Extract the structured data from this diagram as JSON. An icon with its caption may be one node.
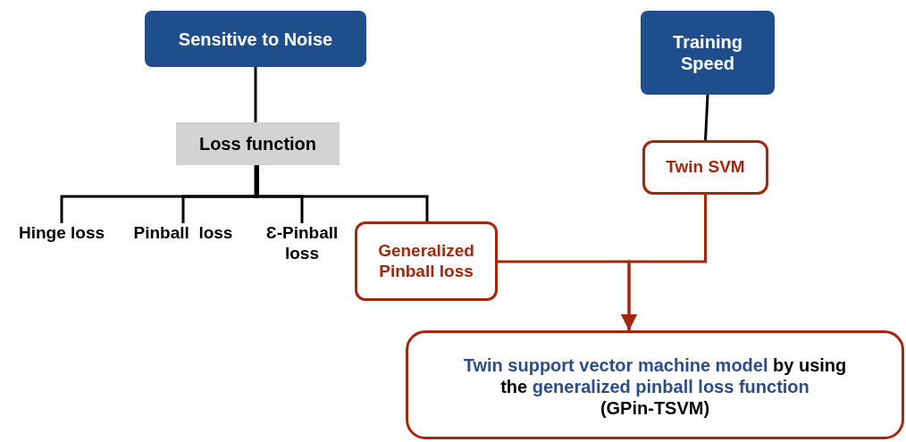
{
  "diagram": {
    "nodes": [
      {
        "text": [
          "Sensitive to Noise"
        ]
      },
      {
        "text": [
          "Training Speed"
        ]
      },
      {
        "text": [
          "Loss function"
        ]
      },
      {
        "text": [
          "Hinge loss"
        ]
      },
      {
        "text": [
          "Pinball  loss"
        ]
      },
      {
        "text": [
          "Ɛ-Pinball loss"
        ]
      },
      {
        "text": [
          "Generalized Pinball loss"
        ]
      },
      {
        "text": [
          "Twin SVM"
        ]
      },
      {
        "text": [
          "*Twin support vector machine model* by using the *generalized pinball loss function*",
          "(GPin-TSVM)"
        ]
      }
    ],
    "edges": [
      {
        "from": 0,
        "to": 2,
        "arrow": "none"
      },
      {
        "from": 2,
        "to": 3,
        "arrow": "none"
      },
      {
        "from": 2,
        "to": 4,
        "arrow": "none"
      },
      {
        "from": 2,
        "to": 5,
        "arrow": "none"
      },
      {
        "from": 2,
        "to": 6,
        "arrow": "none"
      },
      {
        "from": 1,
        "to": 7,
        "arrow": "none"
      },
      {
        "from": 6,
        "to": 8,
        "arrow": "to",
        "color": "#a5260e"
      },
      {
        "from": 7,
        "to": 8,
        "arrow": "to",
        "color": "#a5260e"
      }
    ]
  }
}
